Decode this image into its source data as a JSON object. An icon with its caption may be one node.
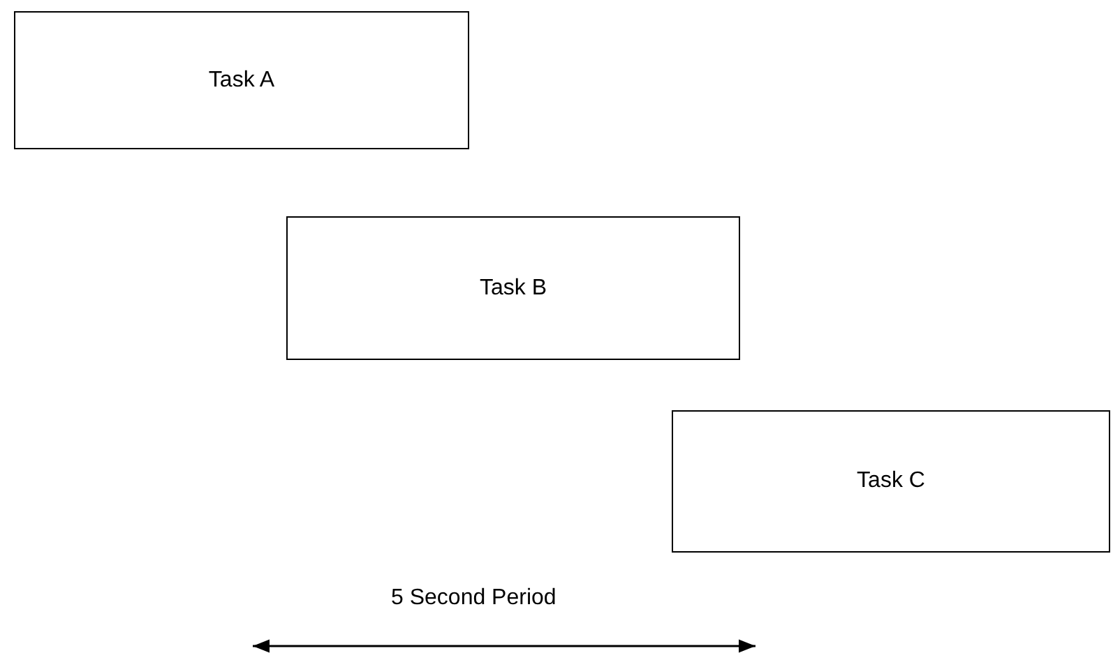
{
  "diagram": {
    "nodes": [
      {
        "text": [
          "Task A"
        ]
      },
      {
        "text": [
          "Task B"
        ]
      },
      {
        "text": [
          "Task C"
        ]
      }
    ],
    "edges": [],
    "labels": [
      "5 Second Period"
    ]
  }
}
